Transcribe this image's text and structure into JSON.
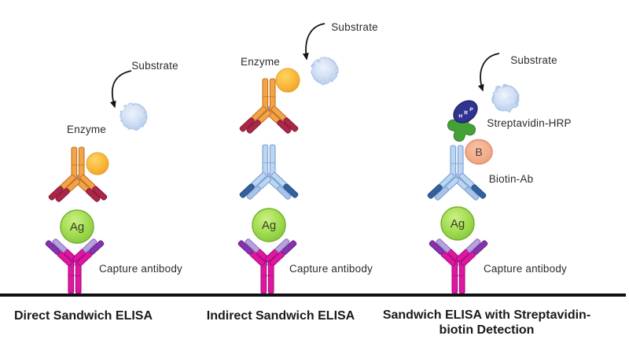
{
  "figure": {
    "panels": [
      {
        "id": "direct",
        "caption": "Direct Sandwich ELISA",
        "substrate_label": "Substrate",
        "enzyme_label": "Enzyme",
        "antigen_label": "Ag",
        "capture_label": "Capture antibody"
      },
      {
        "id": "indirect",
        "caption": "Indirect Sandwich ELISA",
        "substrate_label": "Substrate",
        "enzyme_label": "Enzyme",
        "antigen_label": "Ag",
        "capture_label": "Capture antibody"
      },
      {
        "id": "streptavidin-biotin",
        "caption_line1": "Sandwich ELISA with Streptavidin-",
        "caption_line2": "biotin Detection",
        "substrate_label": "Substrate",
        "streptavidin_hrp_label": "Streptavidin-HRP",
        "hrp_letters": [
          "H",
          "R",
          "P"
        ],
        "biotin_label": "B",
        "biotin_ab_label": "Biotin-Ab",
        "antigen_label": "Ag",
        "capture_label": "Capture antibody"
      }
    ],
    "colors": {
      "capture_magenta": "#e016a3",
      "capture_purple": "#8733ab",
      "capture_lavender": "#b7a2de",
      "detection_orange": "#f4a445",
      "detection_crimson": "#ac2647",
      "antibody_blue_light": "#b9d6f3",
      "antibody_blue_dark": "#33619f",
      "antigen_green": "#8ccf3e",
      "enzyme_gold": "#f7ab29",
      "substrate_blue": "#c9d9f0",
      "biotin_salmon": "#f2ab8c",
      "streptavidin_green": "#43a135",
      "hrp_navy": "#2f3490",
      "plate_line": "#111111"
    }
  }
}
